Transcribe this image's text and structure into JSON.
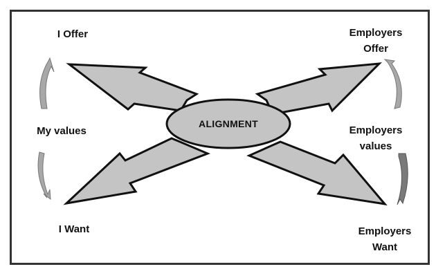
{
  "diagram": {
    "center": "ALIGNMENT",
    "left": {
      "top": "I Offer",
      "middle": "My values",
      "bottom": "I Want"
    },
    "right": {
      "top": "Employers\nOffer",
      "middle": "Employers\nvalues",
      "bottom": "Employers\nWant"
    }
  },
  "colors": {
    "shape_fill": "#c4c4c4",
    "outline": "#111111",
    "curved_arrow_fill": "#a8a8a8",
    "frame": "#333333"
  }
}
